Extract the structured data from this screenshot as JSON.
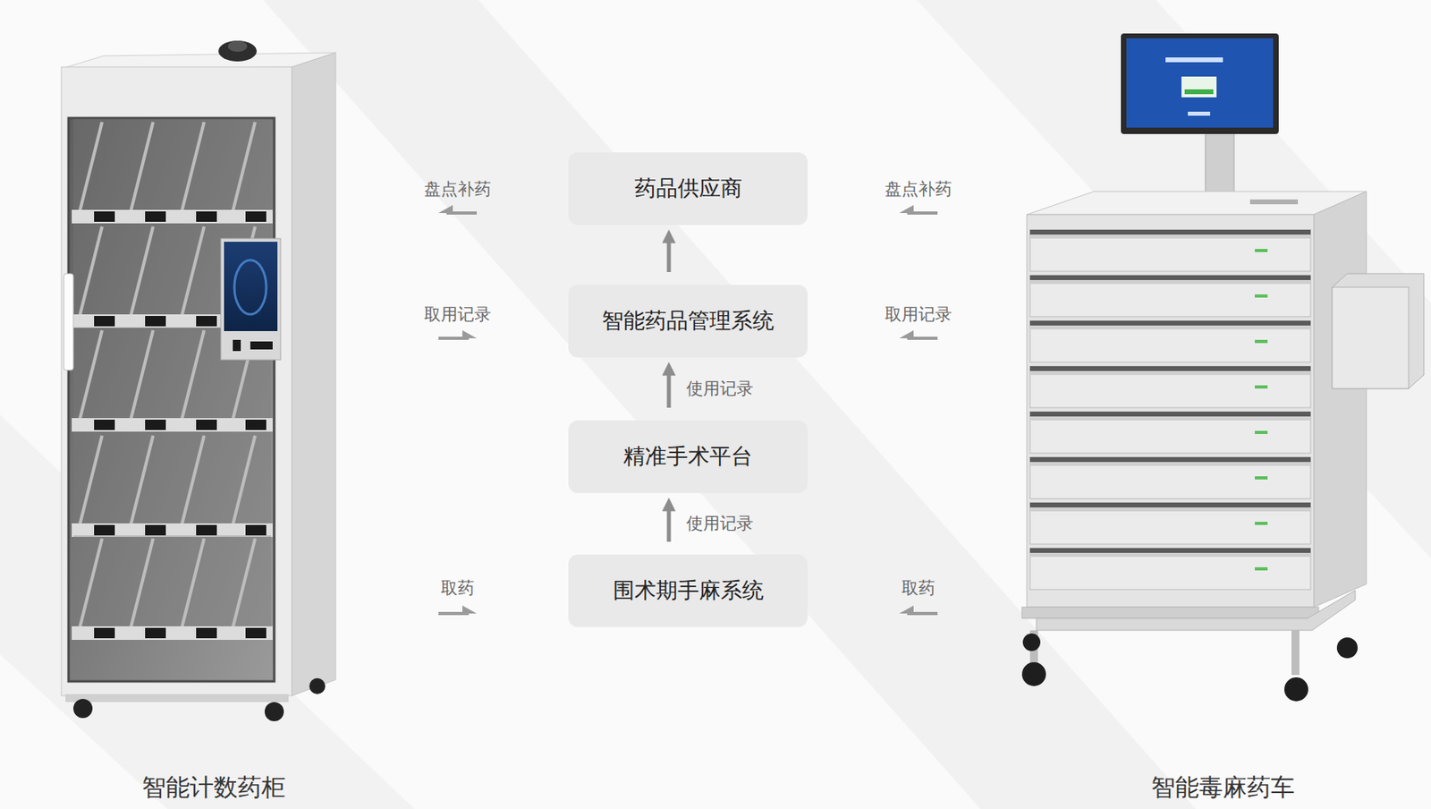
{
  "diagram": {
    "nodes": [
      {
        "text": [
          "药品供应商"
        ]
      },
      {
        "text": [
          "智能药品管理系统"
        ]
      },
      {
        "text": [
          "精准手术平台"
        ]
      },
      {
        "text": [
          "围术期手麻系统"
        ]
      }
    ],
    "edges": [
      {
        "from": 1,
        "to": 0,
        "arrow": "to"
      },
      {
        "from": 2,
        "to": 1,
        "label": "使用记录",
        "arrow": "to"
      },
      {
        "from": 3,
        "to": 2,
        "label": "使用记录",
        "arrow": "to"
      }
    ],
    "labels": [
      "盘点补药",
      "盘点补药",
      "取用记录",
      "取用记录",
      "取药",
      "取药",
      "智能计数药柜",
      "智能毒麻药车"
    ]
  }
}
